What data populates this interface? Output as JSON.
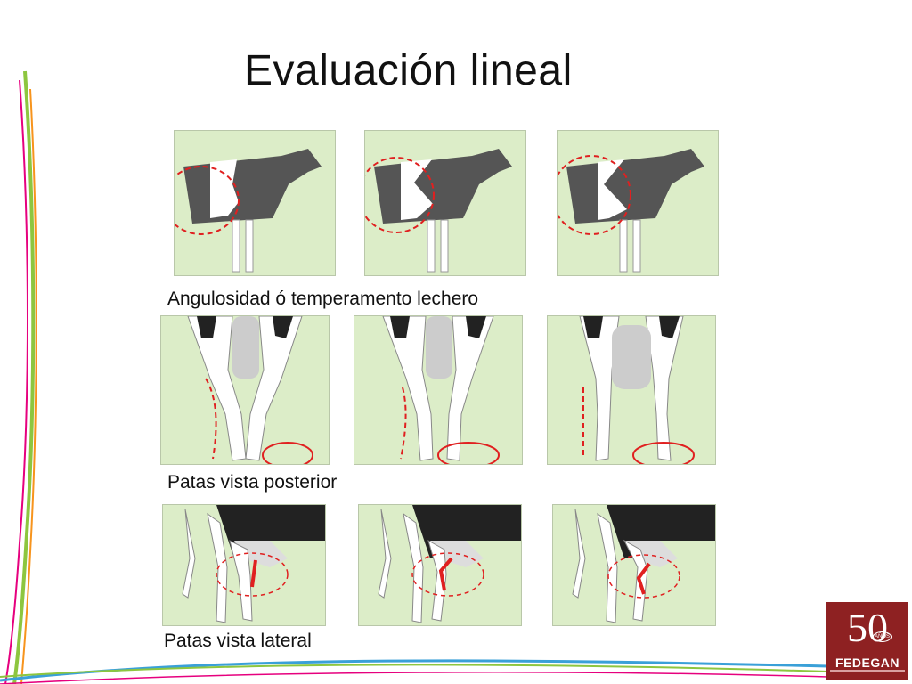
{
  "slide": {
    "title": "Evaluación lineal",
    "captions": {
      "row1": "Angulosidad ó temperamento lechero",
      "row2": "Patas vista posterior",
      "row3": "Patas vista lateral"
    }
  },
  "logo": {
    "number": "50",
    "badge": "AÑOS",
    "name": "FEDEGAN"
  },
  "colors": {
    "panel_bg": "#dcedc8",
    "marker_red": "#e02020",
    "logo_bg": "#8e2122"
  }
}
